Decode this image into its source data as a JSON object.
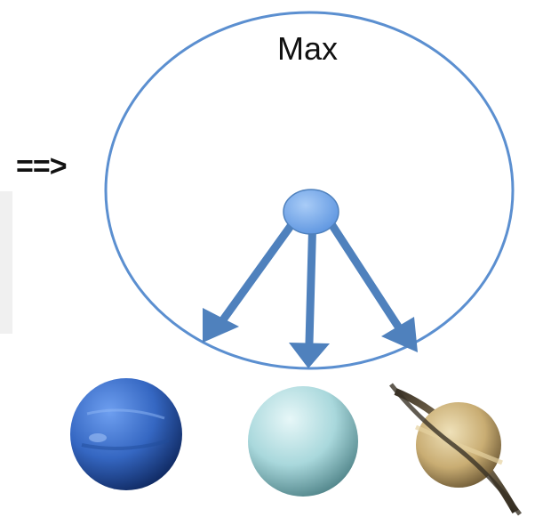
{
  "labels": {
    "arrow_text": "==>",
    "circle_label": "Max"
  },
  "colors": {
    "outline": "#4f81bd",
    "arrow": "#4f81bd",
    "node_fill": "#6fa6ec"
  },
  "planets": [
    {
      "name": "neptune",
      "color": "#3e6fc2"
    },
    {
      "name": "uranus",
      "color": "#a9d8dc"
    },
    {
      "name": "saturn",
      "color": "#c9b48a"
    }
  ]
}
